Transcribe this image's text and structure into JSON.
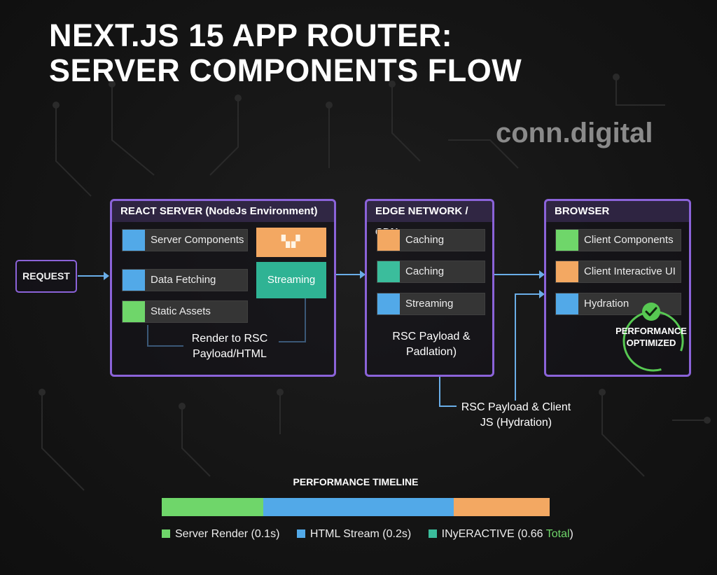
{
  "title_line1": "NEXT.JS 15 APP ROUTER:",
  "title_line2": "SERVER COMPONENTS FLOW",
  "watermark": "conn.digital",
  "colors": {
    "purple": "#8b63d9",
    "blue": "#52a9e8",
    "green": "#6fd66a",
    "orange": "#f3a862",
    "teal": "#3bbd9c",
    "connector": "#6aaee8"
  },
  "request": {
    "label": "REQUEST"
  },
  "server_panel": {
    "title": "REACT SERVER (NodeJs Environment)",
    "chips": [
      {
        "label": "Server Components",
        "color": "#52a9e8"
      },
      {
        "label": "Data Fetching",
        "color": "#52a9e8"
      },
      {
        "label": "Static Assets",
        "color": "#6fd66a"
      }
    ],
    "orange_box_glyph": "▚▞",
    "streaming_label": "Streaming",
    "caption": "Render to RSC Payload/HTML"
  },
  "edge_panel": {
    "title": "EDGE NETWORK / CDN",
    "chips": [
      {
        "label": "Caching",
        "color": "#f3a862"
      },
      {
        "label": "Caching",
        "color": "#3bbd9c"
      },
      {
        "label": "Streaming",
        "color": "#52a9e8"
      }
    ],
    "caption": "RSC Payload & Padlation)"
  },
  "browser_panel": {
    "title": "BROWSER",
    "chips": [
      {
        "label": "Client Components",
        "color": "#6fd66a"
      },
      {
        "label": "Client Interactive UI",
        "color": "#f3a862"
      },
      {
        "label": "Hydration",
        "color": "#52a9e8"
      }
    ],
    "badge_line1": "PERFORMANCE",
    "badge_line2": "OPTIMIZED"
  },
  "hydration_caption": "RSC Payload & Client JS (Hydration)",
  "timeline": {
    "title": "PERFORMANCE TIMELINE",
    "segments": [
      {
        "fraction": 0.262,
        "color": "#6fd66a"
      },
      {
        "fraction": 0.491,
        "color": "#52a9e8"
      },
      {
        "fraction": 0.247,
        "color": "#f3a862"
      }
    ],
    "legend": [
      {
        "label": "Server Render (0.1s)",
        "color": "#6fd66a",
        "suffix": ""
      },
      {
        "label": "HTML Stream (0.2s)",
        "color": "#52a9e8",
        "suffix": ""
      },
      {
        "label": "INyERACTIVE (0.66 ",
        "color": "#3bbd9c",
        "suffix": "Total",
        "close": ")"
      }
    ]
  }
}
